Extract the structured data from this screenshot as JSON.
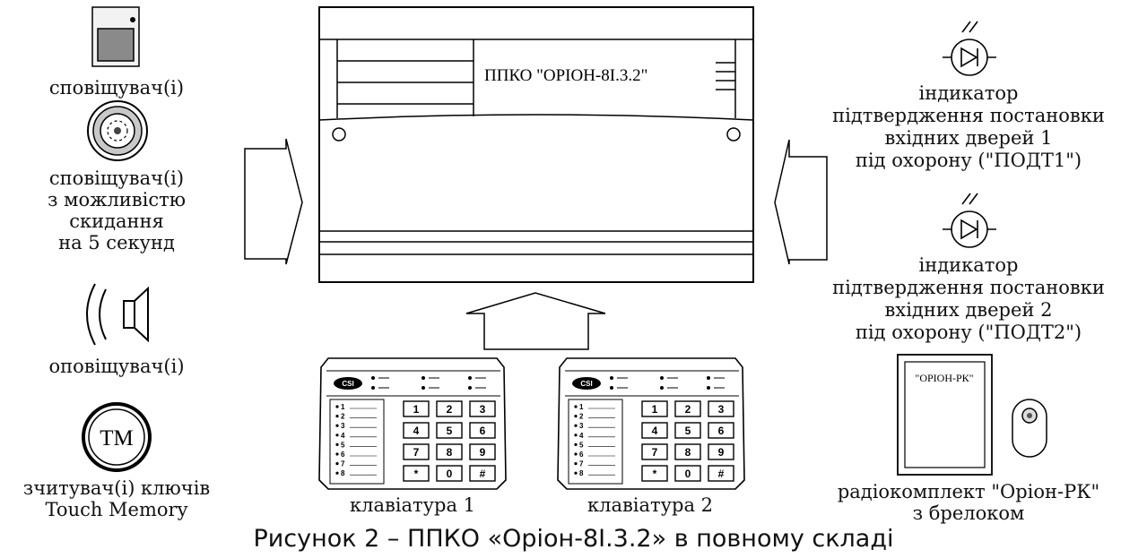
{
  "left": {
    "detector": "сповіщувач(і)",
    "reset_detector": [
      "сповіщувач(і)",
      "з можливістю",
      "скидання",
      "на 5 секунд"
    ],
    "siren": "оповіщувач(і)",
    "tm_icon": "TM",
    "tm_reader": [
      "зчитувач(і) ключів",
      "Touch Memory"
    ]
  },
  "panel": {
    "label": "ППКО \"ОРІОН-8І.3.2\""
  },
  "right": {
    "indicator1": [
      "індикатор",
      "підтвердження постановки",
      "вхідних дверей 1",
      "під охорону (\"ПОДТ1\")"
    ],
    "indicator2": [
      "індикатор",
      "підтвердження постановки",
      "вхідних дверей 2",
      "під охорону (\"ПОДТ2\")"
    ],
    "radio_box_label": "\"ОРІОН-РК\"",
    "radio_kit": [
      "радіокомплект \"Оріон-РК\"",
      "з брелоком"
    ]
  },
  "keypads": {
    "logo": "CSI",
    "zones": [
      "1",
      "2",
      "3",
      "4",
      "5",
      "6",
      "7",
      "8"
    ],
    "keys": [
      "1",
      "2",
      "3",
      "4",
      "5",
      "6",
      "7",
      "8",
      "9",
      "*",
      "0",
      "#"
    ],
    "labels": [
      "клавіатура 1",
      "клавіатура 2"
    ]
  },
  "caption": "Рисунок 2 – ППКО «Оріон-8І.3.2» в повному складі"
}
